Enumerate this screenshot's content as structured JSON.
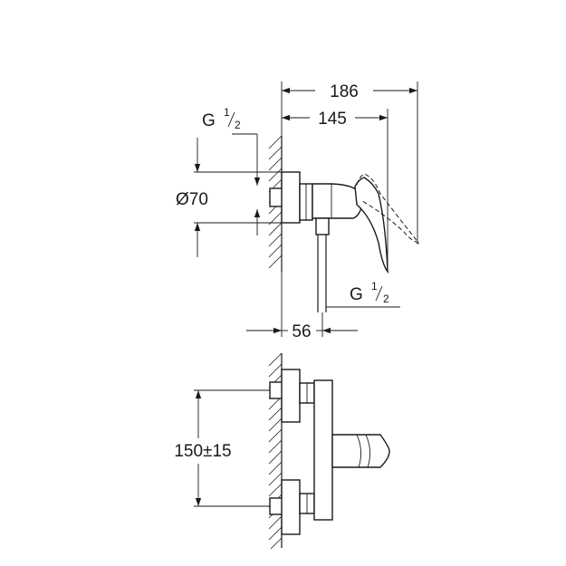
{
  "dimensions": {
    "overall_depth": "186",
    "handle_depth": "145",
    "thread_top": {
      "letter": "G",
      "num": "1",
      "den": "2"
    },
    "thread_bottom": {
      "letter": "G",
      "num": "1",
      "den": "2"
    },
    "rosette_diameter": "Ø70",
    "wall_offset": "56",
    "center_distance": "150±15"
  },
  "colors": {
    "line": "#1a1a1a",
    "background": "#ffffff"
  }
}
